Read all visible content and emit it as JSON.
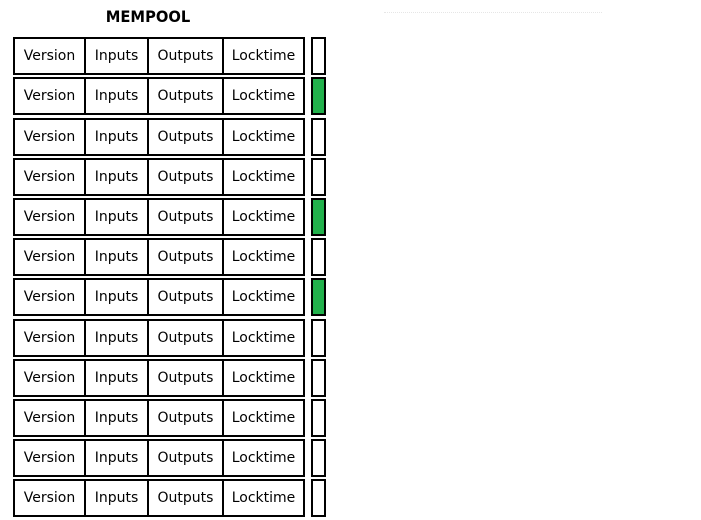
{
  "title": "MEMPOOL",
  "columns": [
    "Version",
    "Inputs",
    "Outputs",
    "Locktime"
  ],
  "indicator_color_on": "#22b14c",
  "rows": [
    {
      "version": "Version",
      "inputs": "Inputs",
      "outputs": "Outputs",
      "locktime": "Locktime",
      "selected": false
    },
    {
      "version": "Version",
      "inputs": "Inputs",
      "outputs": "Outputs",
      "locktime": "Locktime",
      "selected": true
    },
    {
      "version": "Version",
      "inputs": "Inputs",
      "outputs": "Outputs",
      "locktime": "Locktime",
      "selected": false
    },
    {
      "version": "Version",
      "inputs": "Inputs",
      "outputs": "Outputs",
      "locktime": "Locktime",
      "selected": false
    },
    {
      "version": "Version",
      "inputs": "Inputs",
      "outputs": "Outputs",
      "locktime": "Locktime",
      "selected": true
    },
    {
      "version": "Version",
      "inputs": "Inputs",
      "outputs": "Outputs",
      "locktime": "Locktime",
      "selected": false
    },
    {
      "version": "Version",
      "inputs": "Inputs",
      "outputs": "Outputs",
      "locktime": "Locktime",
      "selected": true
    },
    {
      "version": "Version",
      "inputs": "Inputs",
      "outputs": "Outputs",
      "locktime": "Locktime",
      "selected": false
    },
    {
      "version": "Version",
      "inputs": "Inputs",
      "outputs": "Outputs",
      "locktime": "Locktime",
      "selected": false
    },
    {
      "version": "Version",
      "inputs": "Inputs",
      "outputs": "Outputs",
      "locktime": "Locktime",
      "selected": false
    },
    {
      "version": "Version",
      "inputs": "Inputs",
      "outputs": "Outputs",
      "locktime": "Locktime",
      "selected": false
    },
    {
      "version": "Version",
      "inputs": "Inputs",
      "outputs": "Outputs",
      "locktime": "Locktime",
      "selected": false
    }
  ]
}
